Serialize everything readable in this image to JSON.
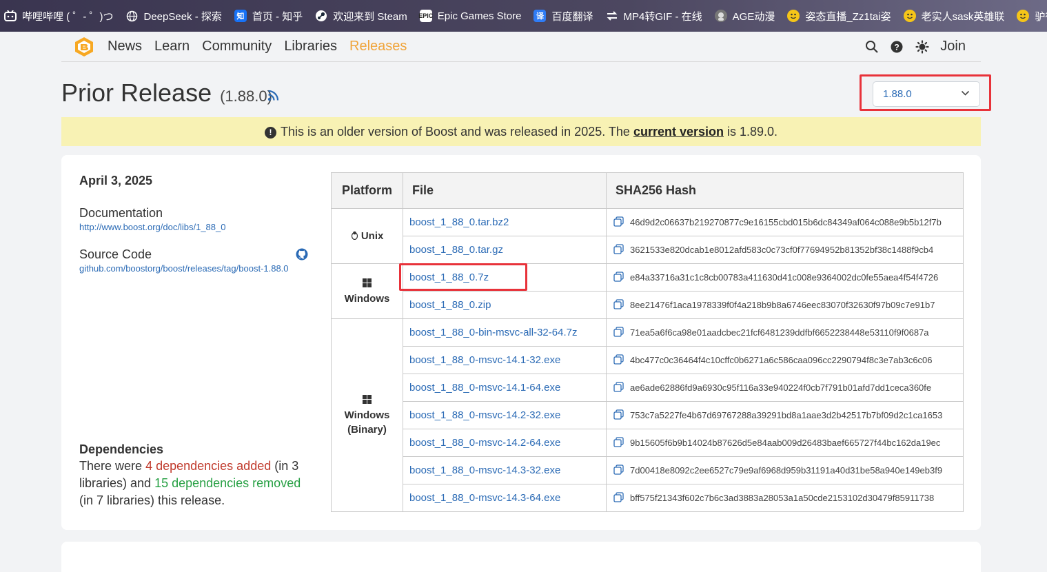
{
  "bookmarks": [
    {
      "label": "哔哩哔哩 ( ゜- ゜)つ",
      "icon": "bilibili-icon",
      "color": "#ffffff"
    },
    {
      "label": "DeepSeek - 探索",
      "icon": "globe-icon",
      "color": "#ffffff"
    },
    {
      "label": "首页 - 知乎",
      "icon": "zhihu-icon",
      "color": "#1772f6"
    },
    {
      "label": "欢迎来到 Steam",
      "icon": "steam-icon",
      "color": "#1b2838"
    },
    {
      "label": "Epic Games Store",
      "icon": "epic-icon",
      "color": "#2a2a2a"
    },
    {
      "label": "百度翻译",
      "icon": "baidu-translate-icon",
      "color": "#2f7cf6"
    },
    {
      "label": "MP4转GIF - 在线",
      "icon": "convert-icon",
      "color": "#ffffff"
    },
    {
      "label": "AGE动漫",
      "icon": "age-icon",
      "color": "#888888"
    },
    {
      "label": "姿态直播_Zz1tai姿",
      "icon": "emoji-icon",
      "color": "#f5c518"
    },
    {
      "label": "老实人sask英雄联",
      "icon": "emoji-icon",
      "color": "#f5c518"
    },
    {
      "label": "驴得",
      "icon": "emoji-icon",
      "color": "#f5c518"
    }
  ],
  "nav": {
    "links": [
      "News",
      "Learn",
      "Community",
      "Libraries",
      "Releases"
    ],
    "active": "Releases",
    "join": "Join",
    "accent": "#f0a43a"
  },
  "page": {
    "title": "Prior Release",
    "version_paren": "(1.88.0)",
    "selected_version": "1.88.0"
  },
  "notice": {
    "pre": "This is an older version of Boost and was released in 2025. The",
    "link": "current version",
    "post": "is 1.89.0."
  },
  "info": {
    "date": "April 3, 2025",
    "doc_heading": "Documentation",
    "doc_link": "http://www.boost.org/doc/libs/1_88_0",
    "src_heading": "Source Code",
    "src_link": "github.com/boostorg/boost/releases/tag/boost-1.88.0",
    "dep_heading": "Dependencies",
    "dep_t1": "There were",
    "dep_added": "4 dependencies added",
    "dep_t2": "(in 3 libraries) and",
    "dep_removed": "15 dependencies removed",
    "dep_t3": "(in 7 libraries) this release."
  },
  "table": {
    "headers": [
      "Platform",
      "File",
      "SHA256 Hash"
    ],
    "platforms": {
      "unix": "Unix",
      "windows": "Windows",
      "windows_binary_1": "Windows",
      "windows_binary_2": "(Binary)"
    },
    "rows": [
      {
        "file": "boost_1_88_0.tar.bz2",
        "hash": "46d9d2c06637b219270877c9e16155cbd015b6dc84349af064c088e9b5b12f7b"
      },
      {
        "file": "boost_1_88_0.tar.gz",
        "hash": "3621533e820dcab1e8012afd583c0c73cf0f77694952b81352bf38c1488f9cb4"
      },
      {
        "file": "boost_1_88_0.7z",
        "hash": "e84a33716a31c1c8cb00783a411630d41c008e9364002dc0fe55aea4f54f4726"
      },
      {
        "file": "boost_1_88_0.zip",
        "hash": "8ee21476f1aca1978339f0f4a218b9b8a6746eec83070f32630f97b09c7e91b7"
      },
      {
        "file": "boost_1_88_0-bin-msvc-all-32-64.7z",
        "hash": "71ea5a6f6ca98e01aadcbec21fcf6481239ddfbf6652238448e53110f9f0687a"
      },
      {
        "file": "boost_1_88_0-msvc-14.1-32.exe",
        "hash": "4bc477c0c36464f4c10cffc0b6271a6c586caa096cc2290794f8c3e7ab3c6c06"
      },
      {
        "file": "boost_1_88_0-msvc-14.1-64.exe",
        "hash": "ae6ade62886fd9a6930c95f116a33e940224f0cb7f791b01afd7dd1ceca360fe"
      },
      {
        "file": "boost_1_88_0-msvc-14.2-32.exe",
        "hash": "753c7a5227fe4b67d69767288a39291bd8a1aae3d2b42517b7bf09d2c1ca1653"
      },
      {
        "file": "boost_1_88_0-msvc-14.2-64.exe",
        "hash": "9b15605f6b9b14024b87626d5e84aab009d26483baef665727f44bc162da19ec"
      },
      {
        "file": "boost_1_88_0-msvc-14.3-32.exe",
        "hash": "7d00418e8092c2ee6527c79e9af6968d959b31191a40d31be58a940e149eb3f9"
      },
      {
        "file": "boost_1_88_0-msvc-14.3-64.exe",
        "hash": "bff575f21343f602c7b6c3ad3883a28053a1a50cde2153102d30479f85911738"
      }
    ]
  },
  "colors": {
    "link": "#2a6ab5",
    "highlight_box": "#e8323a",
    "notice_bg": "#f8f2b4"
  }
}
